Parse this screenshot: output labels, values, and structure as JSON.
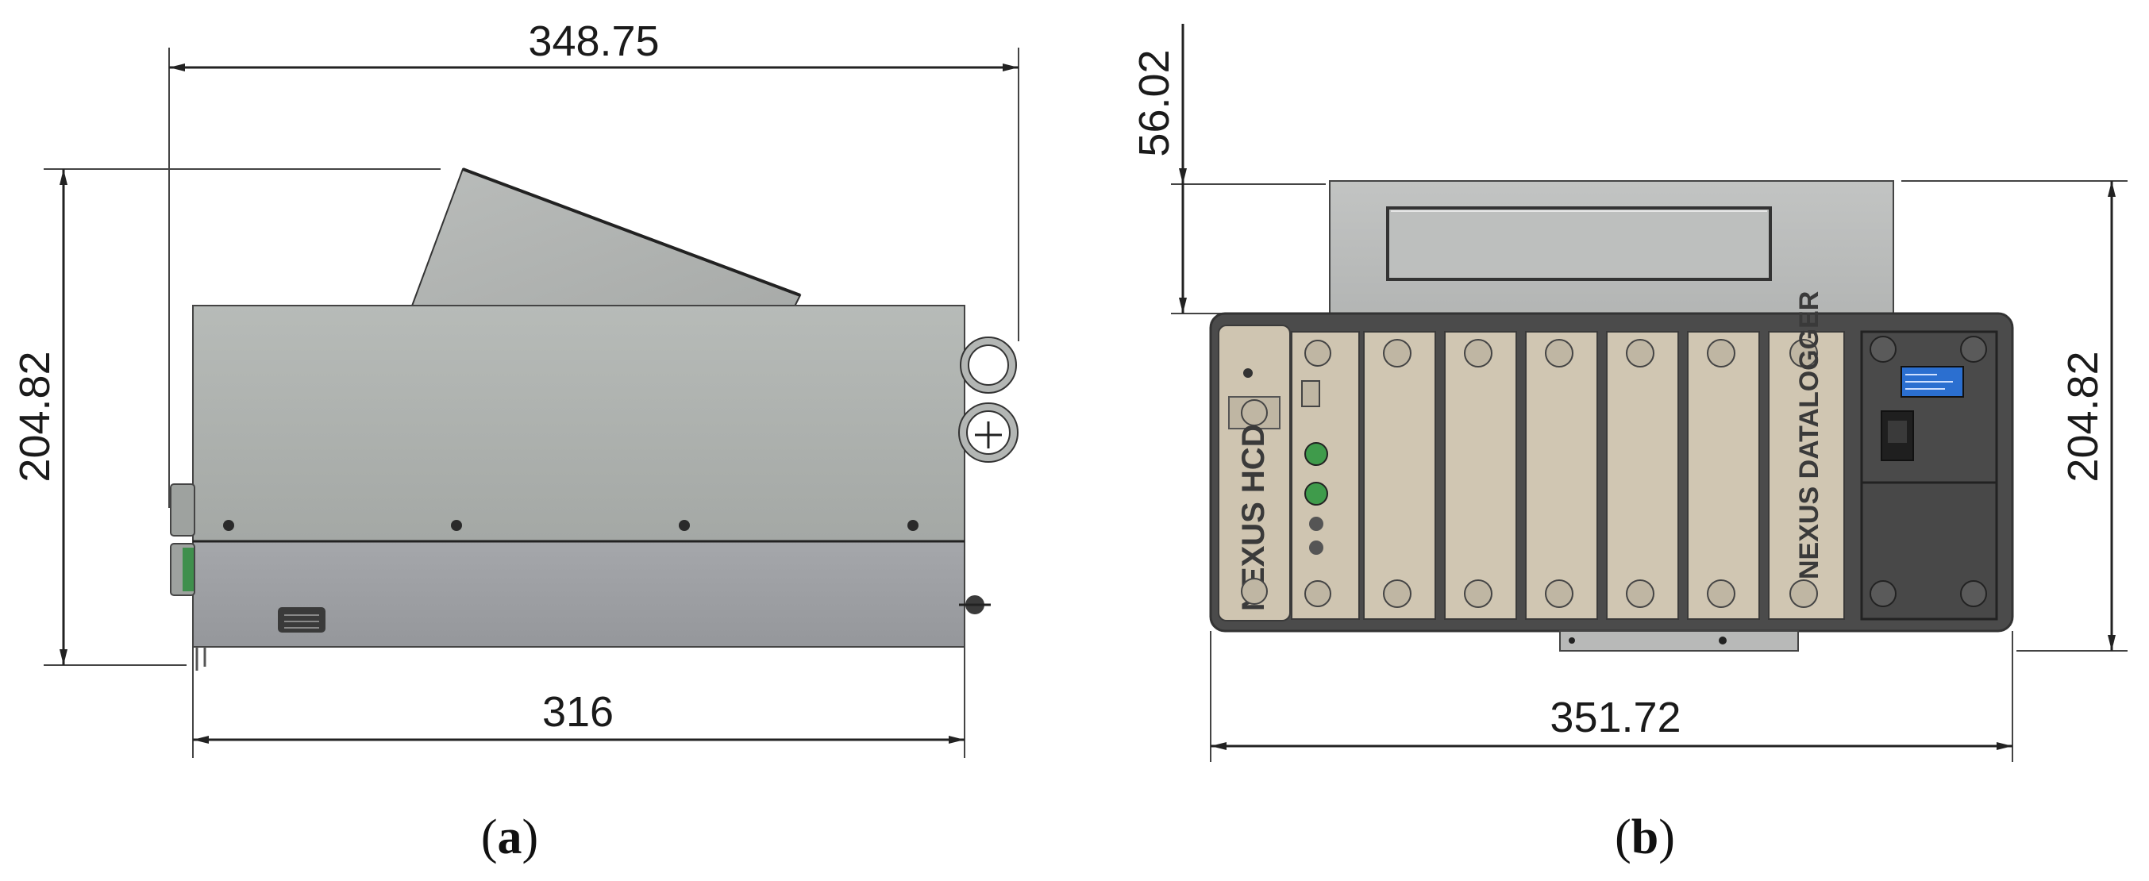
{
  "view_a": {
    "dim_top": "348.75",
    "dim_left": "204.82",
    "dim_bottom": "316",
    "caption_letter": "a"
  },
  "view_b": {
    "dim_top_left": "56.02",
    "dim_right": "204.82",
    "dim_bottom": "351.72",
    "label_left_module": "NEXUS HCD",
    "label_right_module": "NEXUS DATALOGGER",
    "caption_letter": "b"
  },
  "colors": {
    "housing_top": "#a9adaa",
    "housing_bottom": "#9d9fa3",
    "panel_dark": "#4b4b4b",
    "slot_fill": "#d0c6b2",
    "led_green": "#3f9b4b",
    "oled_blue": "#2b6fd0"
  }
}
